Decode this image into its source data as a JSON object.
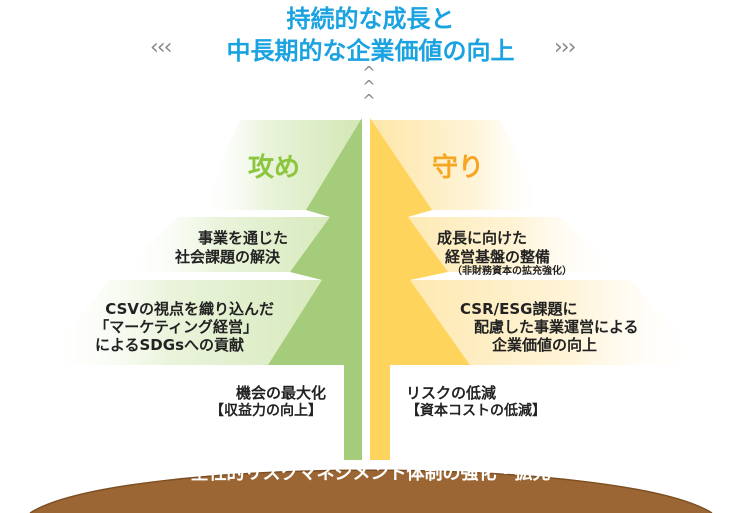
{
  "title_line1": "持続的な成長と",
  "title_line2": "中長期的な企業価値の向上",
  "chevrons": {
    "left": "‹‹‹",
    "right": "›››"
  },
  "up_arrows": "^^^",
  "left_side": {
    "heading": "攻め",
    "tier1": [
      "事業を通じた",
      "社会課題の解決"
    ],
    "tier2": [
      "CSVの視点を織り込んだ",
      "「マーケティング経営」",
      "によるSDGsへの貢献"
    ],
    "base": [
      "機会の最大化",
      "【収益力の向上】"
    ]
  },
  "right_side": {
    "heading": "守り",
    "tier1": [
      "成長に向けた",
      "経営基盤の整備",
      "（非財務資本の拡充強化）"
    ],
    "tier2": [
      "CSR/ESG課題に",
      "配慮した事業運営による",
      "企業価値の向上"
    ],
    "base": [
      "リスクの低減",
      "【資本コストの低減】"
    ]
  },
  "foundation": "全社的リスクマネジメント体制の強化・拡充",
  "colors": {
    "title": "#1aa3e0",
    "attack": "#8cc63f",
    "defend": "#f5a623",
    "green_tree": "#a5cc7a",
    "yellow_tree": "#ffd45c",
    "ground": "#9b6633"
  }
}
